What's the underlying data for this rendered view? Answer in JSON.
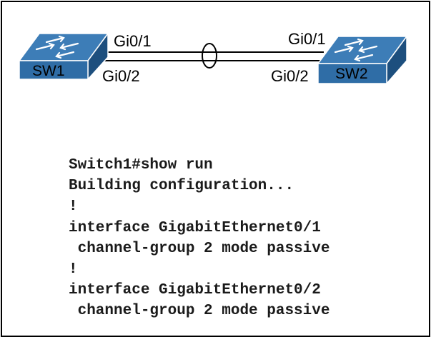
{
  "diagram": {
    "switch_left": {
      "label": "SW1"
    },
    "switch_right": {
      "label": "SW2"
    },
    "ports": {
      "sw1_top": "Gi0/1",
      "sw1_bottom": "Gi0/2",
      "sw2_top": "Gi0/1",
      "sw2_bottom": "Gi0/2"
    },
    "colors": {
      "switch_top": "#3d7db7",
      "switch_front": "#2f6da6",
      "switch_side": "#1d4f7e",
      "switch_edge": "#ffffff",
      "link": "#000000",
      "text": "#000000"
    }
  },
  "config": {
    "lines": [
      "Switch1#show run",
      "Building configuration...",
      "!",
      "interface GigabitEthernet0/1",
      " channel-group 2 mode passive",
      "!",
      "interface GigabitEthernet0/2",
      " channel-group 2 mode passive"
    ]
  }
}
